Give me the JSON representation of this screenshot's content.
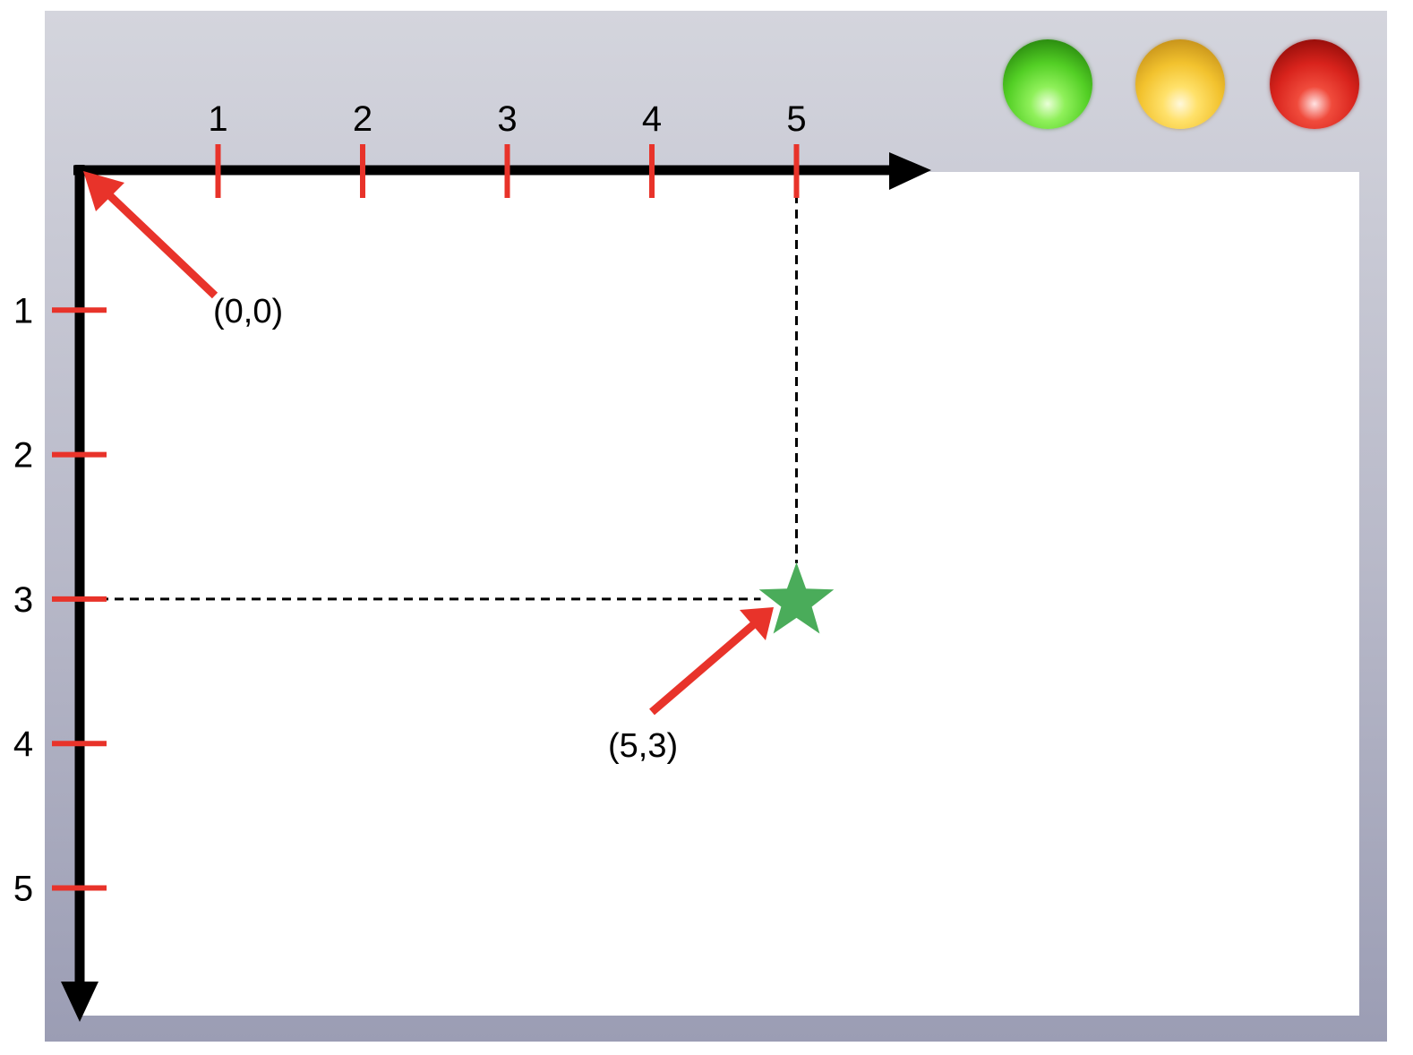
{
  "window": {
    "controls": [
      {
        "name": "green",
        "color": "#4fd323"
      },
      {
        "name": "yellow",
        "color": "#f0c030"
      },
      {
        "name": "red",
        "color": "#d8231c"
      }
    ]
  },
  "coordinate_system": {
    "x_ticks": [
      "1",
      "2",
      "3",
      "4",
      "5"
    ],
    "y_ticks": [
      "1",
      "2",
      "3",
      "4",
      "5"
    ],
    "origin": {
      "x": 0,
      "y": 0,
      "label": "(0,0)"
    },
    "point": {
      "x": 5,
      "y": 3,
      "label": "(5,3)"
    },
    "colors": {
      "axis": "#000000",
      "tick": "#e8332a",
      "annotation_arrow": "#e8332a",
      "point_marker": "#4aac5a",
      "guide_lines": "#000000"
    },
    "icons": {
      "point_marker": "star-icon"
    }
  }
}
